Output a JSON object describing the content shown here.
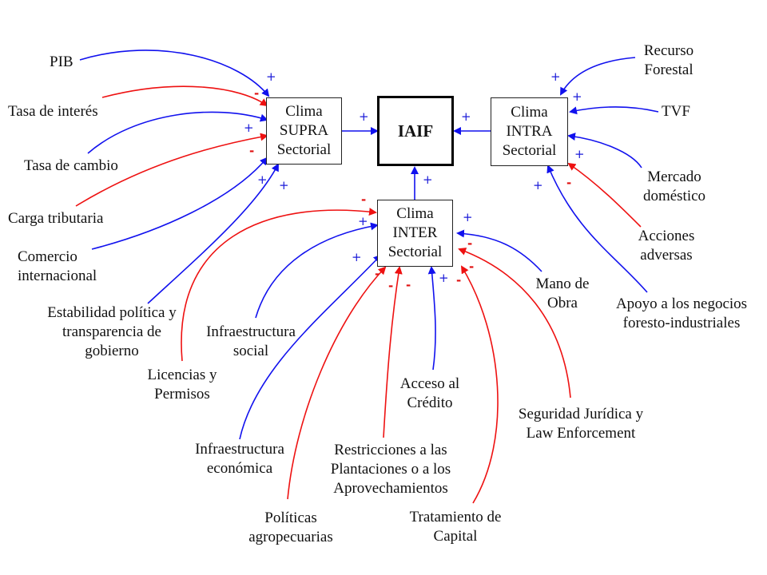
{
  "colors": {
    "positive": "#1111ee",
    "negative": "#ee1111",
    "box_border": "#222222"
  },
  "nodes": {
    "iaif": "IAIF",
    "supra": "Clima\nSUPRA\nSectorial",
    "intra": "Clima\nINTRA\nSectorial",
    "inter": "Clima\nINTER\nSectorial"
  },
  "labels": {
    "pib": "PIB",
    "tasa_interes": "Tasa de interés",
    "tasa_cambio": "Tasa de cambio",
    "carga": "Carga tributaria",
    "comercio": "Comercio\ninternacional",
    "estabilidad": "Estabilidad política y\ntransparencia de\ngobierno",
    "recurso": "Recurso\nForestal",
    "tvf": "TVF",
    "mercado": "Mercado\ndoméstico",
    "acciones": "Acciones\nadversas",
    "apoyo": "Apoyo a los negocios\nforesto-industriales",
    "licencias": "Licencias y\nPermisos",
    "infra_social": "Infraestructura\nsocial",
    "infra_economica": "Infraestructura\neconómica",
    "politicas": "Políticas\nagropecuarias",
    "restricciones": "Restricciones a las\nPlantaciones o a los\nAprovechamientos",
    "acceso": "Acceso al\nCrédito",
    "tratamiento": "Tratamiento de\nCapital",
    "seguridad": "Seguridad Jurídica y\nLaw Enforcement",
    "mano": "Mano de\nObra"
  },
  "signs": {
    "plus": "+",
    "minus": "-"
  }
}
